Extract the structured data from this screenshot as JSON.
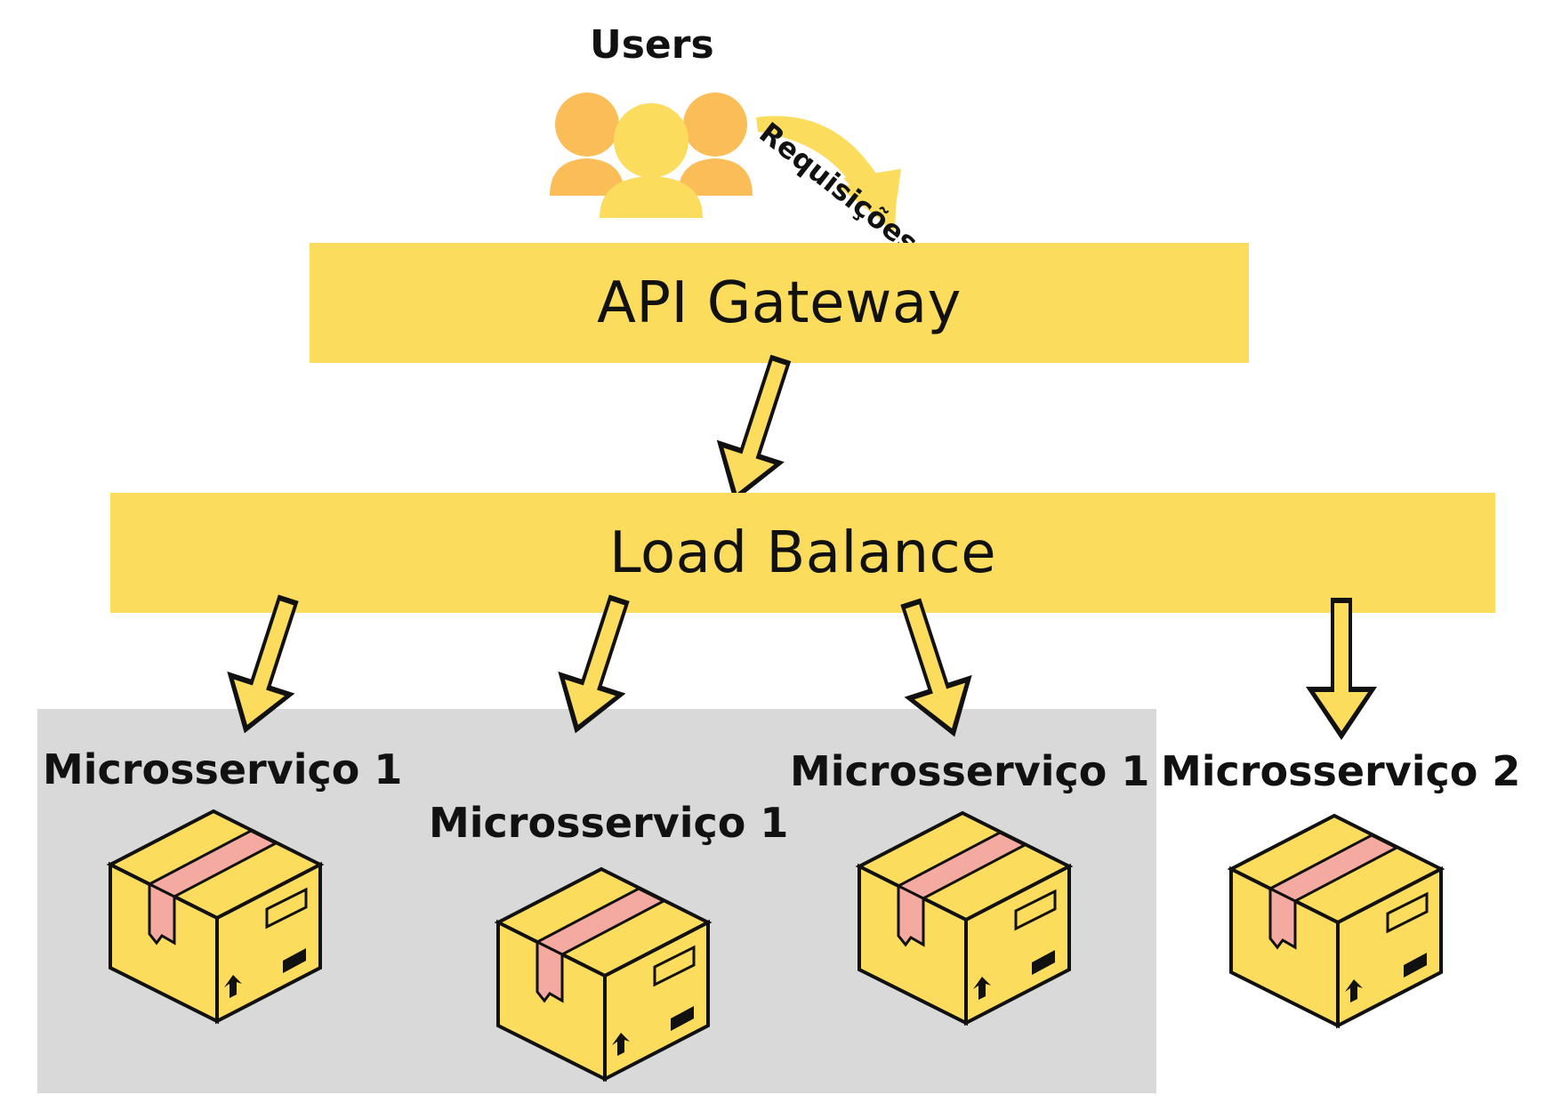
{
  "users": {
    "label": "Users",
    "icon": "users-icon"
  },
  "requests": {
    "label": "Requisições"
  },
  "gateway": {
    "label": "API Gateway"
  },
  "balancer": {
    "label": "Load Balance"
  },
  "services": [
    {
      "label": "Microsserviço 1"
    },
    {
      "label": "Microsserviço 1"
    },
    {
      "label": "Microsserviço 1"
    },
    {
      "label": "Microsserviço 2"
    }
  ],
  "colors": {
    "bar": "#fbdc5d",
    "group": "#d9d9d9",
    "box": "#fbdc5d",
    "tape": "#f4aaa0",
    "users_back": "#fbbd57",
    "users_front": "#fbdc5d"
  }
}
